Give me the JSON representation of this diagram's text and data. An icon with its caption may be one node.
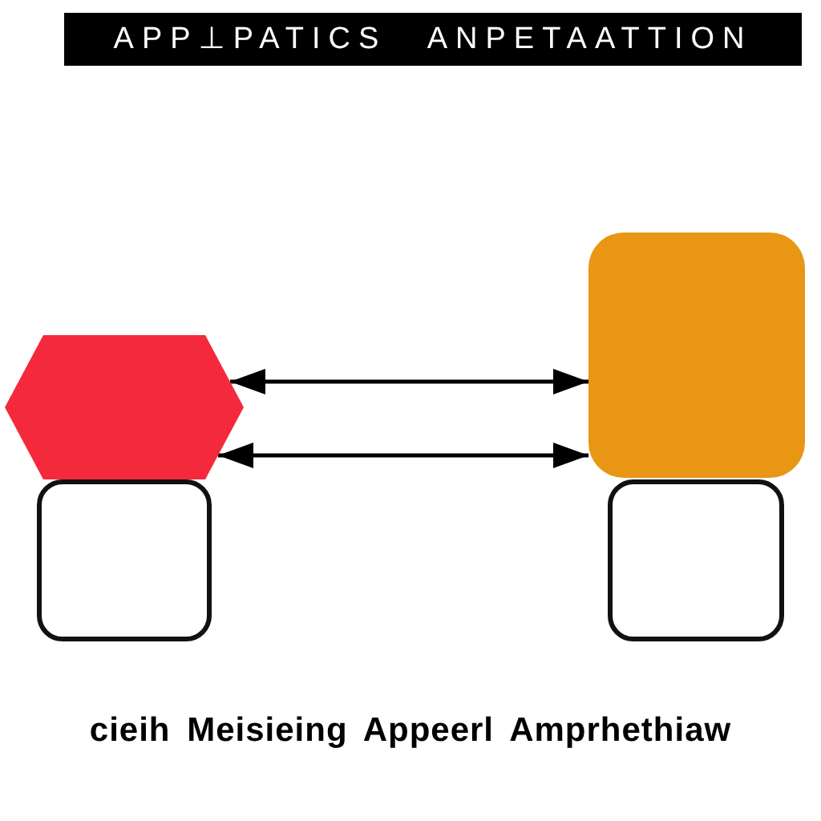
{
  "diagram": {
    "title": "APP⊥PATICS ANPETAATTION",
    "caption": "cieih Meisieing Appeerl Amprhethiaw",
    "nodes": [
      {
        "text": [],
        "shape": "hexagon"
      },
      {
        "text": [],
        "shape": "box"
      },
      {
        "text": [],
        "shape": "box"
      },
      {
        "text": [],
        "shape": "box"
      }
    ],
    "edges": [
      {
        "from": 0,
        "to": 2,
        "arrow": "both"
      },
      {
        "from": 0,
        "to": 2,
        "arrow": "both"
      }
    ]
  }
}
